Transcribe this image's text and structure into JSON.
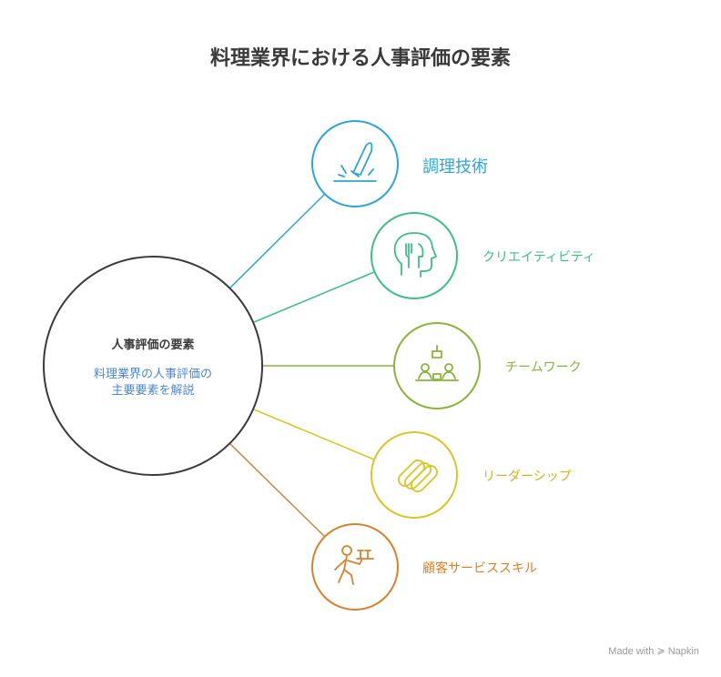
{
  "title": "料理業界における人事評価の要素",
  "center": {
    "title": "人事評価の要素",
    "description_lines": [
      "料理業界の人事評価の",
      "主要要素を解説"
    ]
  },
  "nodes": [
    {
      "label": "調理技術",
      "color": "#2ba6d6",
      "icon": "knife-cutting-icon"
    },
    {
      "label": "クリエイティビティ",
      "color": "#3dbf86",
      "icon": "head-fork-knife-icon"
    },
    {
      "label": "チームワーク",
      "color": "#8cb33a",
      "icon": "team-table-icon"
    },
    {
      "label": "リーダーシップ",
      "color": "#d9c625",
      "icon": "stacked-cards-icon"
    },
    {
      "label": "顧客サービススキル",
      "color": "#d9822b",
      "icon": "waiter-serving-icon"
    }
  ],
  "watermark": "Made with ≽ Napkin"
}
